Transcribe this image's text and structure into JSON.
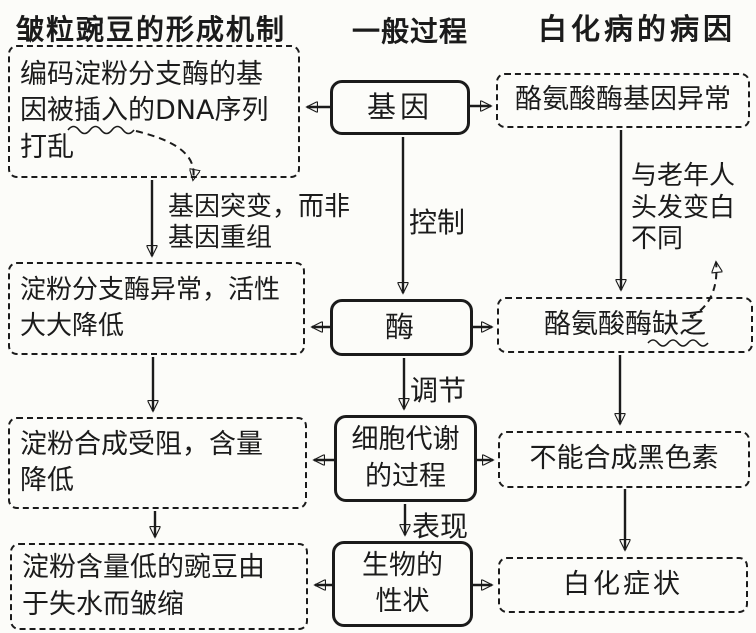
{
  "colors": {
    "ink": "#1b1b1b",
    "background": "#fcfcf9"
  },
  "flow": {
    "left": {
      "title": "皱粒豌豆的形成机制",
      "steps": [
        "编码淀粉分支酶的基\n因被插入的DNA序列\n打乱",
        "淀粉分支酶异常，活性\n大大降低",
        "淀粉合成受阻，含量\n降低",
        "淀粉含量低的豌豆由\n于失水而皱缩"
      ],
      "note": "基因突变，而非\n基因重组"
    },
    "middle": {
      "title": "一般过程",
      "steps": [
        "基因",
        "酶",
        "细胞代谢\n的过程",
        "生物的\n性状"
      ],
      "arrow_labels": [
        "控制",
        "调节",
        "表现"
      ]
    },
    "right": {
      "title": "白化病的病因",
      "steps": [
        "酪氨酸酶基因异常",
        "酪氨酸酶缺乏",
        "不能合成黑色素",
        "白化症状"
      ],
      "note": "与老年人\n头发变白\n不同"
    }
  }
}
